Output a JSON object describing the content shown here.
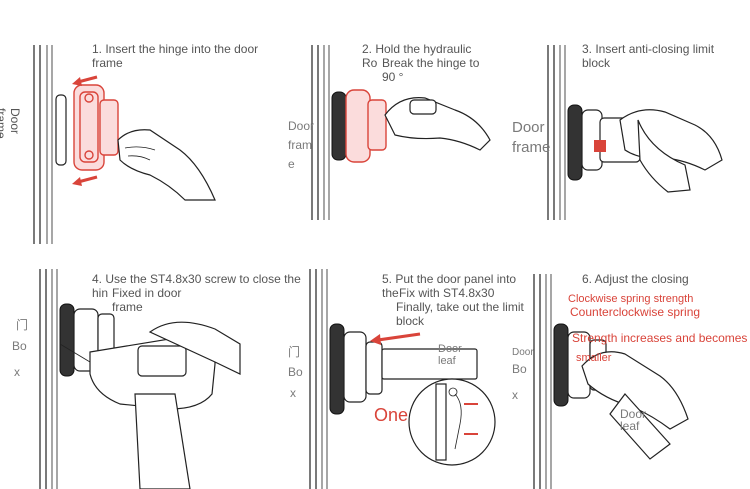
{
  "steps": [
    {
      "instruction": "1. Insert the hinge into the door\nframe",
      "label_frame": "Door\nframe"
    },
    {
      "instruction_a": "2. Hold the hydraulic",
      "instruction_b": "Break the hinge to\n90 °",
      "instruction_c": "Ro",
      "label_frame": "Door\nfram\ne"
    },
    {
      "instruction": "3. Insert anti-closing limit\nblock",
      "label_frame": "Door\nframe"
    },
    {
      "instruction_a": "4. Use the ST4.8x30 screw to close the",
      "instruction_b": "hin",
      "instruction_c": "Fixed in door\nframe",
      "label_box_a": "门",
      "label_box_b": "Bo",
      "label_box_c": "x"
    },
    {
      "instruction_a": "5. Put the door panel into",
      "instruction_b": "the",
      "instruction_c": "Fix with ST4.8x30",
      "instruction_d": "Finally, take out the limit\nblock",
      "label_box_a": "门",
      "label_box_b": "Bo",
      "label_box_c": "x",
      "label_leaf": "Door\nleaf",
      "label_one": "One"
    },
    {
      "instruction": "6. Adjust the closing",
      "red_a": "Clockwise spring strength",
      "red_b": "Counterclockwise spring",
      "red_c": "Strength increases and becomes",
      "red_d": "smaller",
      "label_box_a": "Door",
      "label_box_b": "Bo",
      "label_box_c": "x",
      "label_leaf": "Door\nleaf"
    }
  ],
  "colors": {
    "accent": "#d9443a",
    "text": "#555555",
    "ink": "#222222"
  }
}
